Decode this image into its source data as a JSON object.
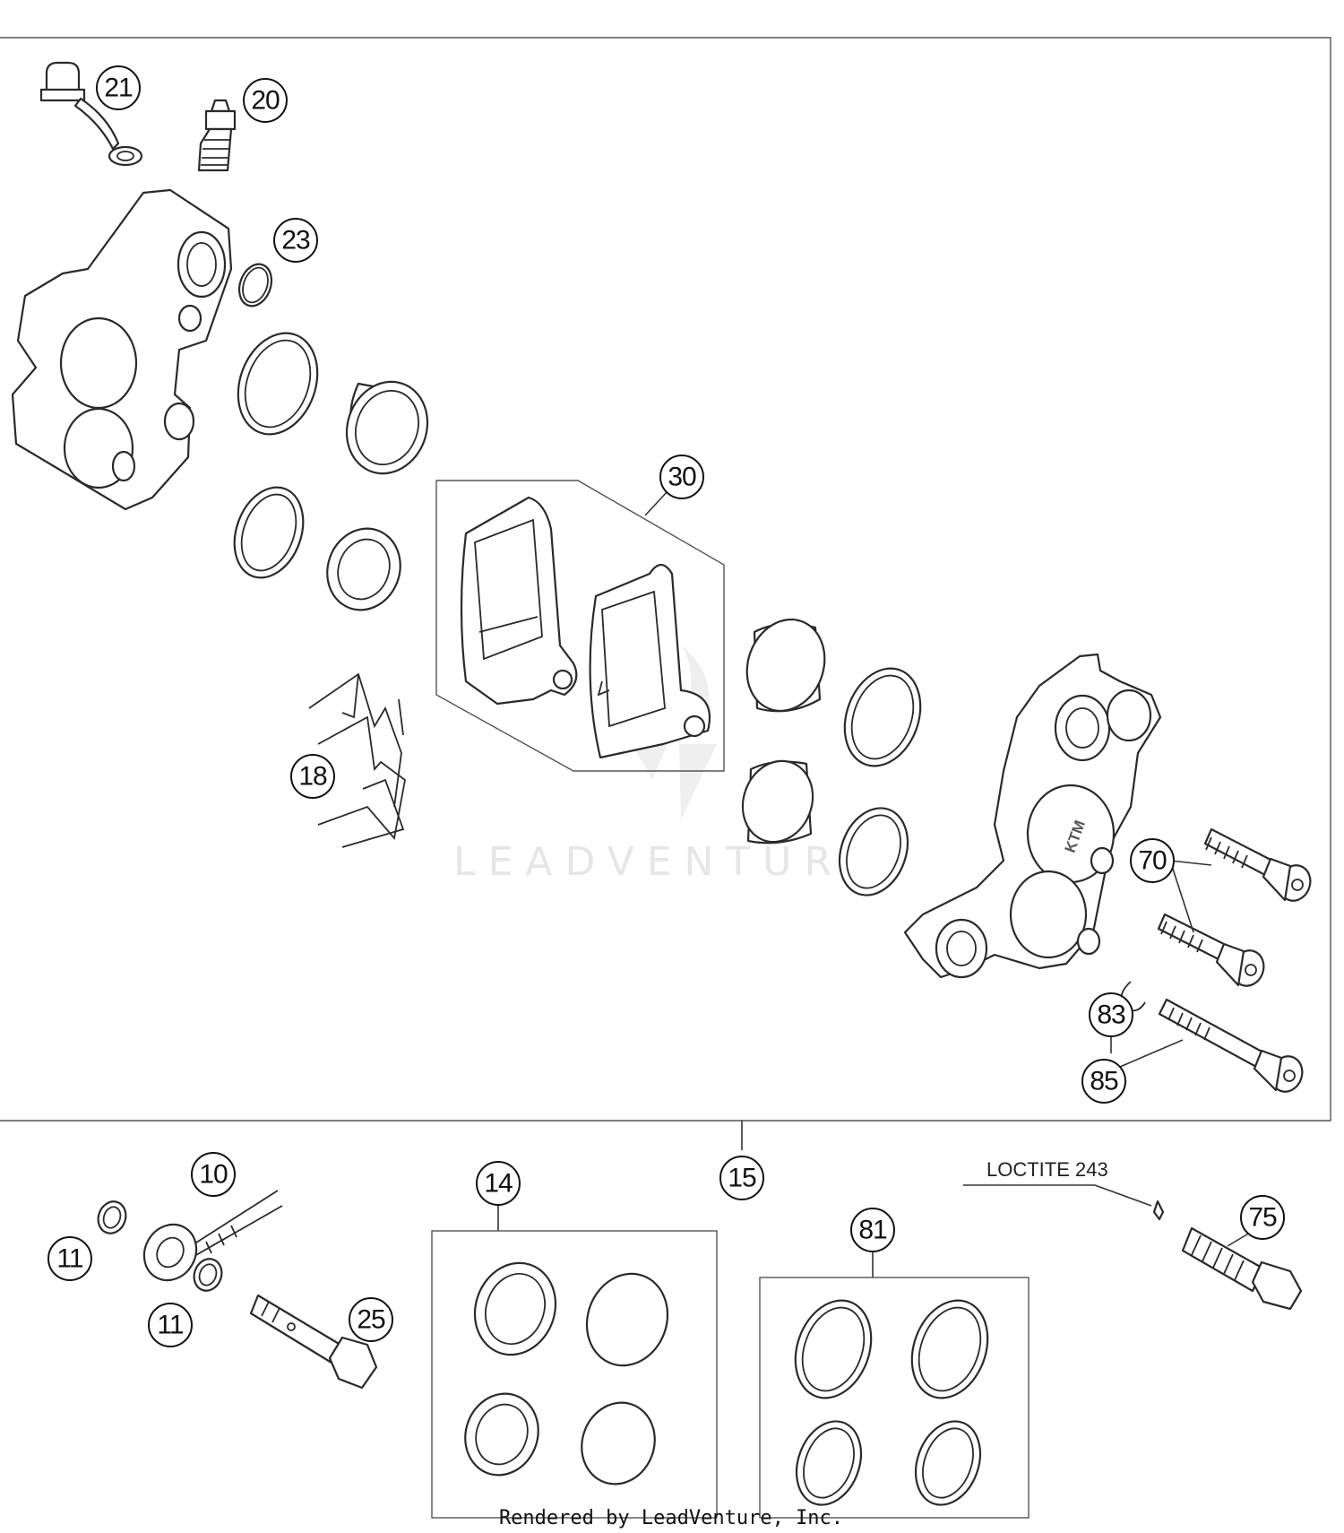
{
  "diagram": {
    "callouts": [
      "21",
      "20",
      "23",
      "30",
      "18",
      "70",
      "83",
      "85",
      "10",
      "11",
      "11",
      "14",
      "15",
      "81",
      "75",
      "25"
    ],
    "note": "LOCTITE 243",
    "caliper_brand": "KTM",
    "watermark": "LEADVENTURE",
    "footer": "Rendered by LeadVenture, Inc."
  }
}
